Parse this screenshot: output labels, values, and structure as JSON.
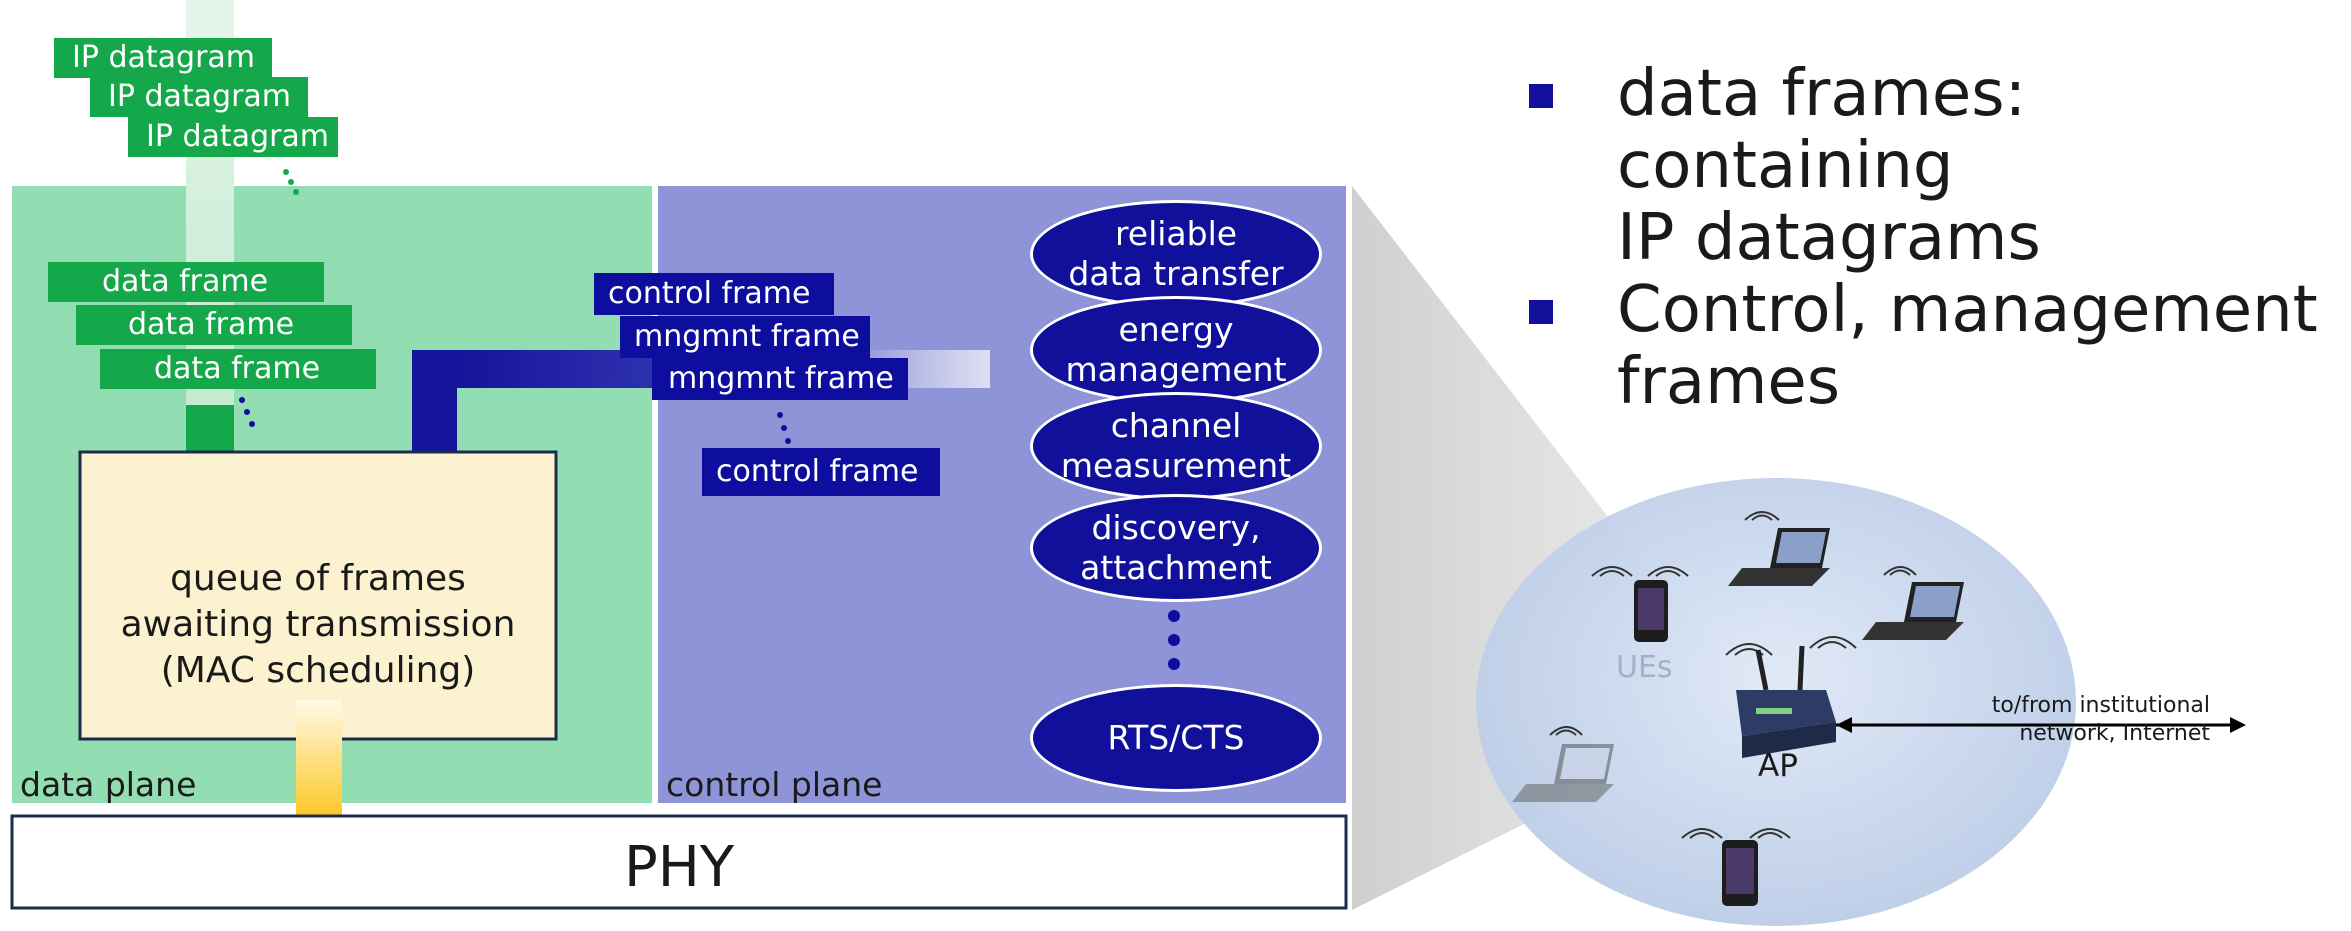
{
  "ip_datagrams": [
    "IP datagram",
    "IP datagram",
    "IP datagram"
  ],
  "data_frames": [
    "data frame",
    "data frame",
    "data frame"
  ],
  "control_frames": [
    "control frame",
    "mngmnt frame",
    "mngmnt frame",
    "control frame"
  ],
  "queue_box": {
    "lines": [
      "queue of frames",
      "awaiting transmission",
      "(MAC scheduling)"
    ]
  },
  "data_plane_label": "data plane",
  "control_plane_label": "control plane",
  "phy_label": "PHY",
  "control_functions": [
    {
      "lines": [
        "reliable",
        "data transfer"
      ]
    },
    {
      "lines": [
        "energy",
        "management"
      ]
    },
    {
      "lines": [
        "channel",
        "measurement"
      ]
    },
    {
      "lines": [
        "discovery,",
        "attachment"
      ]
    },
    {
      "lines": [
        "RTS/CTS"
      ]
    }
  ],
  "bullets": [
    {
      "lines": [
        "data frames: containing",
        "IP datagrams"
      ]
    },
    {
      "lines": [
        "Control, management",
        "frames"
      ]
    }
  ],
  "network": {
    "ues_label": "UEs",
    "ap_label": "AP",
    "link_label_lines": [
      "to/from institutional",
      "network, Internet"
    ]
  },
  "colors": {
    "data_plane": "#93ddb2",
    "control_plane": "#8f94d8",
    "green_label": "#14a84a",
    "blue_label": "#0e0e9e",
    "queue_fill": "#fdf2cf",
    "phy_arrow": "#fcc10e"
  }
}
